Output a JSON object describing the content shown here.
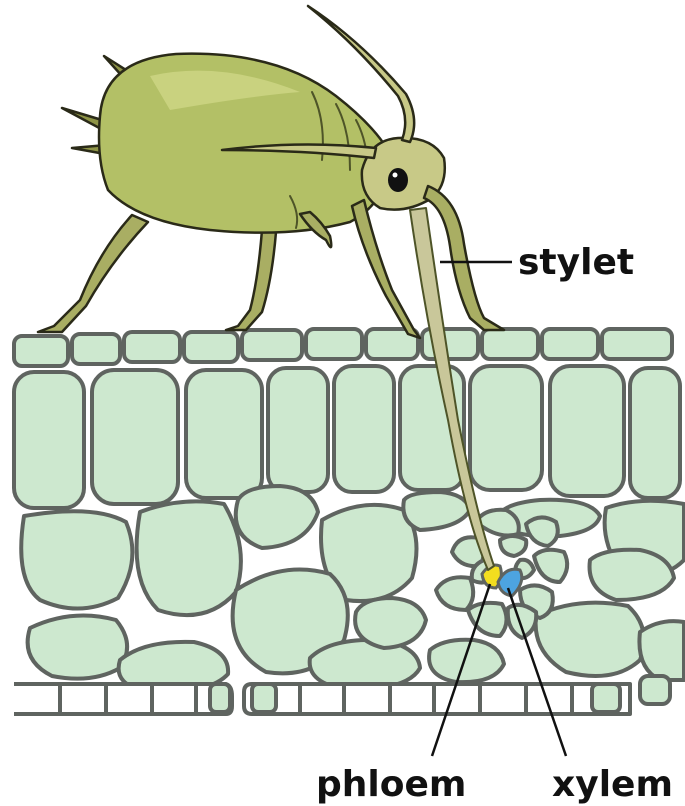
{
  "labels": {
    "stylet": "stylet",
    "phloem": "phloem",
    "xylem": "xylem"
  },
  "colors": {
    "cell_fill": "#cde8cf",
    "cell_stroke": "#5f6460",
    "aphid_body": "#b3c066",
    "aphid_dark": "#7d8a2e",
    "leg": "#a9ae63",
    "leg_dark": "#6e7240",
    "stylet": "#c9c79a",
    "phloem_cell": "#f3de1f",
    "xylem_cell": "#4da4e0"
  }
}
